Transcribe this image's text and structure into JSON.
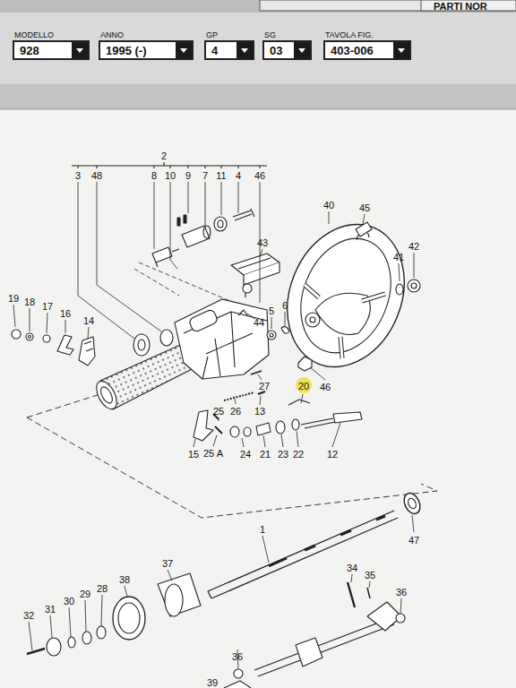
{
  "diagram": {
    "nodes": [
      {
        "text": [
          "MODELLO",
          "928"
        ]
      },
      {
        "text": [
          "ANNO",
          "1995 (-)"
        ]
      },
      {
        "text": [
          "GP",
          "4"
        ]
      },
      {
        "text": [
          "SG",
          "03"
        ]
      },
      {
        "text": [
          "TAVOLA FIG.",
          "403-006"
        ]
      }
    ],
    "labels": [
      "PARTI NOR",
      "2",
      "3",
      "48",
      "8",
      "10",
      "9",
      "7",
      "11",
      "4",
      "46",
      "40",
      "45",
      "43",
      "41",
      "42",
      "19",
      "18",
      "17",
      "16",
      "14",
      "44",
      "5",
      "6",
      "20",
      "46",
      "27",
      "26",
      "13",
      "25",
      "15",
      "25 A",
      "24",
      "21",
      "23",
      "22",
      "12",
      "1",
      "47",
      "37",
      "38",
      "32",
      "31",
      "30",
      "29",
      "28",
      "34",
      "35",
      "36",
      "36",
      "39"
    ]
  }
}
